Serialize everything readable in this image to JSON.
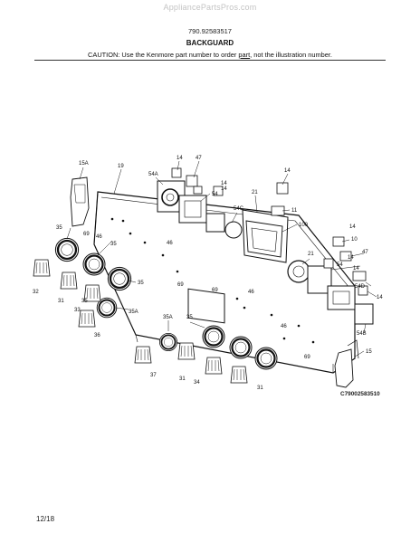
{
  "header": {
    "watermark": "AppliancePartsPros.com",
    "model_number": "790.92583517",
    "section_title": "BACKGUARD",
    "caution": {
      "part1": "CAUTION: Use the Kenmore part number to order ",
      "part_word": "part",
      "part2": ", not the illustration number."
    }
  },
  "diagram": {
    "reference_code": "C79002583510",
    "callouts": {
      "c15a": "15A",
      "c19": "19",
      "c54a": "54A",
      "c14a": "14",
      "c47a": "47",
      "c14b": "14",
      "c54a2": "54",
      "c14c": "14",
      "c21a": "21",
      "c14d": "14",
      "c54c": "54C",
      "c11": "11",
      "c100": "100",
      "c35a": "35",
      "c69a": "69",
      "c46a": "46",
      "c35b": "35",
      "c46b": "46",
      "c35c": "35",
      "c32": "32",
      "c31a": "31",
      "c33": "33",
      "c35d": "35",
      "c35e": "35A",
      "c36": "36",
      "c69b": "69",
      "c69c": "69",
      "c46c": "46",
      "c35f": "35A",
      "c37": "37",
      "c31b": "31",
      "c34": "34",
      "c31c": "31",
      "c35g": "35",
      "c21b": "21",
      "c14e": "14",
      "c10": "10",
      "c47b": "47",
      "c54": "54",
      "c14f": "14",
      "c14g": "14",
      "c54d": "54D",
      "c14h": "14",
      "c54b": "54B",
      "c46d": "46",
      "c69d": "69",
      "c15": "15"
    }
  },
  "footer": {
    "page_number": "12/18"
  }
}
